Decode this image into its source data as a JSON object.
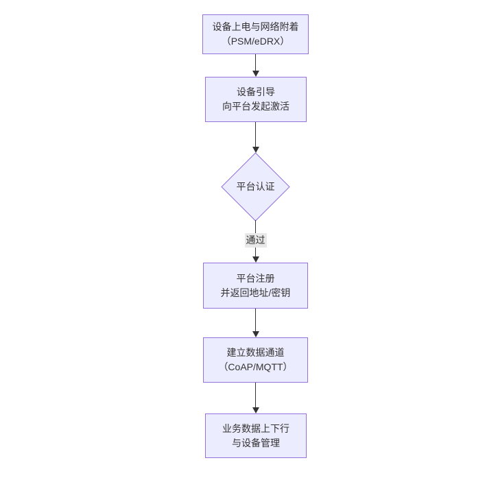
{
  "diagram": {
    "type": "flowchart",
    "direction": "top-down",
    "background": "#ffffff",
    "colors": {
      "background": "#ffffff",
      "node_fill": "#ECECFF",
      "node_border": "#9370DB",
      "edge": "#333333",
      "edge_label_bg": "#e8e8e8",
      "text": "#333333"
    },
    "nodes": [
      {
        "id": "power_attach",
        "shape": "rect",
        "lines": [
          "设备上电与网络附着",
          "（PSM/eDRX）"
        ]
      },
      {
        "id": "bootstrap",
        "shape": "rect",
        "lines": [
          "设备引导",
          "向平台发起激活"
        ]
      },
      {
        "id": "platform_auth",
        "shape": "diamond",
        "lines": [
          "平台认证"
        ]
      },
      {
        "id": "register",
        "shape": "rect",
        "lines": [
          "平台注册",
          "并返回地址/密钥"
        ]
      },
      {
        "id": "data_channel",
        "shape": "rect",
        "lines": [
          "建立数据通道",
          "（CoAP/MQTT）"
        ]
      },
      {
        "id": "business",
        "shape": "rect",
        "lines": [
          "业务数据上下行",
          "与设备管理"
        ]
      }
    ],
    "edges": [
      {
        "from": "power_attach",
        "to": "bootstrap",
        "label": ""
      },
      {
        "from": "bootstrap",
        "to": "platform_auth",
        "label": ""
      },
      {
        "from": "platform_auth",
        "to": "register",
        "label": "通过"
      },
      {
        "from": "register",
        "to": "data_channel",
        "label": ""
      },
      {
        "from": "data_channel",
        "to": "business",
        "label": ""
      }
    ]
  }
}
